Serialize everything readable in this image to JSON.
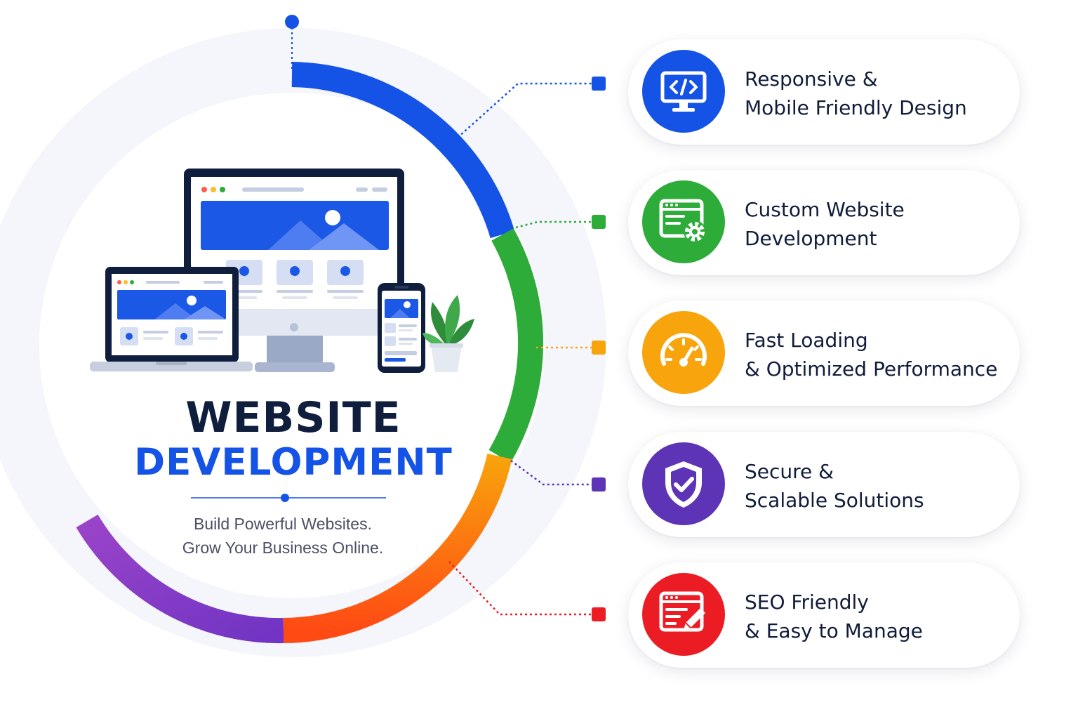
{
  "title": {
    "line1": "WEBSITE",
    "line2": "DEVELOPMENT"
  },
  "tagline": {
    "line1": "Build Powerful Websites.",
    "line2": "Grow Your Business Online."
  },
  "colors": {
    "blue": "#1553e6",
    "green": "#2eac3a",
    "orange": "#f8a40c",
    "purple": "#5e34b7",
    "red": "#ec1c24",
    "navy": "#0f1e3c"
  },
  "features": [
    {
      "line1": "Responsive &",
      "line2": "Mobile Friendly Design",
      "icon": "code-monitor-icon"
    },
    {
      "line1": "Custom Website",
      "line2": "Development",
      "icon": "browser-gear-icon"
    },
    {
      "line1": "Fast Loading",
      "line2": "& Optimized Performance",
      "icon": "speedometer-icon"
    },
    {
      "line1": "Secure &",
      "line2": "Scalable Solutions",
      "icon": "shield-check-icon"
    },
    {
      "line1": "SEO Friendly",
      "line2": "& Easy to Manage",
      "icon": "browser-edit-icon"
    }
  ]
}
